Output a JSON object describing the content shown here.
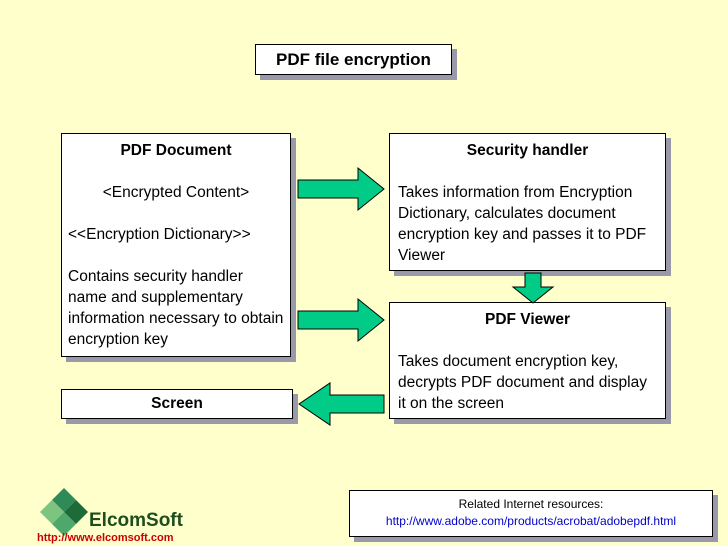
{
  "title": "PDF file encryption",
  "pdf_document": {
    "heading": "PDF Document",
    "encrypted_content": "<Encrypted Content>",
    "encryption_dictionary": "<<Encryption Dictionary>>",
    "description": "Contains security handler name and supplementary information necessary to obtain encryption key"
  },
  "security_handler": {
    "heading": "Security handler",
    "description": "Takes information from Encryption Dictionary, calculates document encryption key and passes it to PDF Viewer"
  },
  "pdf_viewer": {
    "heading": "PDF Viewer",
    "description": "Takes document encryption key, decrypts PDF document and display it on the screen"
  },
  "screen": {
    "label": "Screen"
  },
  "resources": {
    "heading": "Related Internet resources:",
    "link": "http://www.adobe.com/products/acrobat/adobepdf.html"
  },
  "branding": {
    "logo_text": "ElcomSoft",
    "url": "http://www.elcomsoft.com"
  },
  "colors": {
    "background": "#FFFFCC",
    "arrow_fill": "#00CC88",
    "box_shadow": "#9999AA",
    "logo_green": "#1E4D1E",
    "url_red": "#CC0000"
  }
}
